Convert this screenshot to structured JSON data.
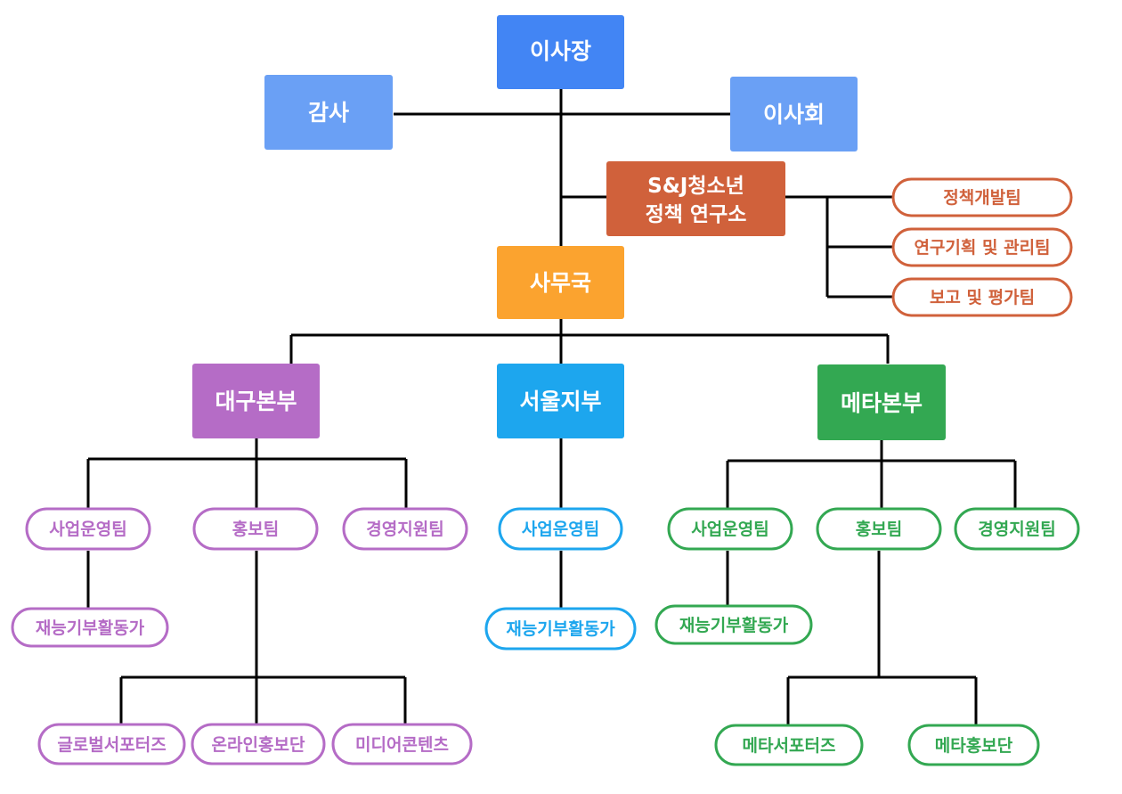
{
  "colors": {
    "chair": "#4285f4",
    "side": "#6aa0f5",
    "institute": "#d0613b",
    "secretariat": "#fba32f",
    "daegu": "#b56cc6",
    "seoul": "#1da6ee",
    "meta": "#33a852",
    "line": "#000000"
  },
  "nodes": {
    "chairman": "이사장",
    "audit": "감사",
    "board": "이사회",
    "institute_line1": "S&J청소년",
    "institute_line2": "정책 연구소",
    "policy_dev_team": "정책개발팀",
    "research_team": "연구기획 및 관리팀",
    "report_team": "보고 및 평가팀",
    "secretariat": "사무국",
    "daegu_hq": "대구본부",
    "seoul_branch": "서울지부",
    "meta_hq": "메타본부",
    "daegu_biz_team": "사업운영팀",
    "daegu_pr_team": "홍보팀",
    "daegu_mgmt_team": "경영지원팀",
    "daegu_talent": "재능기부활동가",
    "daegu_global": "글로벌서포터즈",
    "daegu_online": "온라인홍보단",
    "daegu_media": "미디어콘텐츠",
    "seoul_biz_team": "사업운영팀",
    "seoul_talent": "재능기부활동가",
    "meta_biz_team": "사업운영팀",
    "meta_pr_team": "홍보팀",
    "meta_mgmt_team": "경영지원팀",
    "meta_talent": "재능기부활동가",
    "meta_supporters": "메타서포터즈",
    "meta_pr_group": "메타홍보단"
  }
}
